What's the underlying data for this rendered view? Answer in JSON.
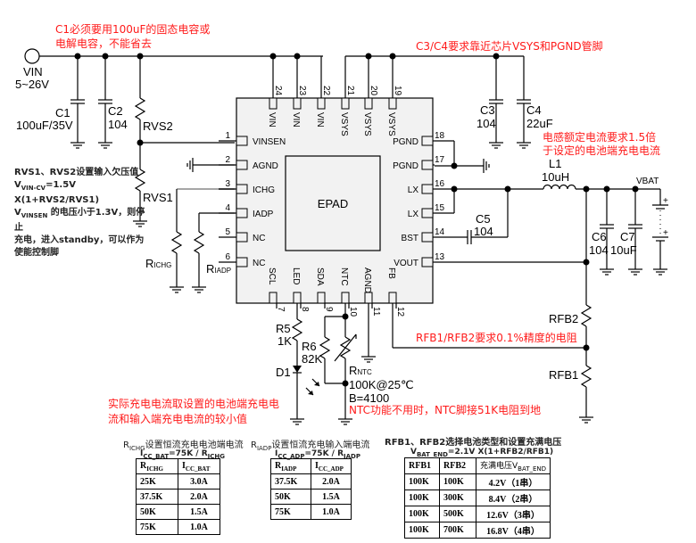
{
  "notes": {
    "c1_note_line1": "C1必须要用100uF的固态电容或",
    "c1_note_line2": "电解电容，不能省去",
    "c3c4_note": "C3/C4要求靠近芯片VSYS和PGND管脚",
    "inductor_note_line1": "电感额定电流要求1.5倍",
    "inductor_note_line2": "于设定的电池端充电电流",
    "rfb_note": "RFB1/RFB2要求0.1%精度的电阻",
    "ntc_note": "NTC功能不用时，NTC脚接51K电阻到地",
    "charge_current_note_line1": "实际充电电流取设置的电池端充电电",
    "charge_current_note_line2": "流和输入端充电电流的较小值",
    "rvs_note_line1": "RVS1、RVS2设置输入欠压值",
    "rvs_note_line2": "V",
    "rvs_note_line2_sub": "VIN-CV",
    "rvs_note_line2_rest": "=1.5V X(1+RVS2/RVS1)",
    "rvs_note_line3": "V",
    "rvs_note_line3_sub": "VINSEN",
    "rvs_note_line3_rest": " 的电压小于1.3V，则停止",
    "rvs_note_line4": "充电，进入standby，可以作为",
    "rvs_note_line5": "使能控制脚"
  },
  "input": {
    "name": "VIN",
    "range": "5~26V"
  },
  "components": {
    "c1_name": "C1",
    "c1_value": "100uF/35V",
    "c2_name": "C2",
    "c2_value": "104",
    "c3_name": "C3",
    "c3_value": "104",
    "c4_name": "C4",
    "c4_value": "22uF",
    "c5_name": "C5",
    "c5_value": "104",
    "c6_name": "C6",
    "c6_value": "104",
    "c7_name": "C7",
    "c7_value": "10uF",
    "l1_name": "L1",
    "l1_value": "10uH",
    "rvs2": "RVS2",
    "rvs1": "RVS1",
    "richg": "R",
    "richg_sub": "ICHG",
    "riadp": "R",
    "riadp_sub": "IADP",
    "r5_name": "R5",
    "r5_value": "1K",
    "r6_name": "R6",
    "r6_value": "82K",
    "d1_name": "D1",
    "rntc": "R",
    "rntc_sub": "NTC",
    "rntc_value": "100K@25℃",
    "rntc_b": "B=4100",
    "rfb2": "RFB2",
    "rfb1": "RFB1",
    "vbat": "VBAT"
  },
  "chip": {
    "center_label": "EPAD",
    "left_pins": [
      {
        "num": "1",
        "name": "VINSEN"
      },
      {
        "num": "2",
        "name": "AGND"
      },
      {
        "num": "3",
        "name": "ICHG"
      },
      {
        "num": "4",
        "name": "IADP"
      },
      {
        "num": "5",
        "name": "NC"
      },
      {
        "num": "6",
        "name": "NC"
      }
    ],
    "right_pins": [
      {
        "num": "18",
        "name": "PGND"
      },
      {
        "num": "17",
        "name": "PGND"
      },
      {
        "num": "16",
        "name": "LX"
      },
      {
        "num": "15",
        "name": "LX"
      },
      {
        "num": "14",
        "name": "BST"
      },
      {
        "num": "13",
        "name": "VOUT"
      }
    ],
    "top_pins": [
      {
        "num": "24",
        "name": "VIN"
      },
      {
        "num": "23",
        "name": "VIN"
      },
      {
        "num": "22",
        "name": "VIN"
      },
      {
        "num": "21",
        "name": "VSYS"
      },
      {
        "num": "20",
        "name": "VSYS"
      },
      {
        "num": "19",
        "name": "VSYS"
      }
    ],
    "bottom_pins": [
      {
        "num": "7",
        "name": "SCL"
      },
      {
        "num": "8",
        "name": "LED"
      },
      {
        "num": "9",
        "name": "SDA"
      },
      {
        "num": "10",
        "name": "NTC"
      },
      {
        "num": "11",
        "name": "AGND"
      },
      {
        "num": "12",
        "name": "FB"
      }
    ]
  },
  "tables": {
    "ichg": {
      "title_r": "R",
      "title_r_sub": "ICHG",
      "title_rest": "设置恒流充电电池端电流",
      "formula_i": "I",
      "formula_i_sub": "CC_BAT",
      "formula_rest": "=75K / R",
      "formula_r_sub": "ICHG",
      "headers": [
        "R",
        "I"
      ],
      "header_subs": [
        "ICHG",
        "CC_BAT"
      ],
      "rows": [
        [
          "25K",
          "3.0A"
        ],
        [
          "37.5K",
          "2.0A"
        ],
        [
          "50K",
          "1.5A"
        ],
        [
          "75K",
          "1.0A"
        ]
      ]
    },
    "iadp": {
      "title_r": "R",
      "title_r_sub": "IADP",
      "title_rest": "设置恒流充电输入端电流",
      "formula_i": "I",
      "formula_i_sub": "CC_ADP",
      "formula_rest": "=75K / R",
      "formula_r_sub": "IADP",
      "headers": [
        "R",
        "I"
      ],
      "header_subs": [
        "IADP",
        "CC_ADP"
      ],
      "rows": [
        [
          "37.5K",
          "2.0A"
        ],
        [
          "50K",
          "1.5A"
        ],
        [
          "75K",
          "1.0A"
        ]
      ]
    },
    "rfb": {
      "title": "RFB1、RFB2选择电池类型和设置充满电压",
      "formula_v": "V",
      "formula_v_sub": "BAT_END",
      "formula_rest": "=2.1V X(1+RFB2/RFB1)",
      "headers": [
        "RFB1",
        "RFB2",
        "充满电压V"
      ],
      "header_sub3": "BAT_END",
      "rows": [
        [
          "100K",
          "100K",
          "4.2V（1串）"
        ],
        [
          "100K",
          "300K",
          "8.4V（2串）"
        ],
        [
          "100K",
          "500K",
          "12.6V（3串）"
        ],
        [
          "100K",
          "700K",
          "16.8V（4串）"
        ]
      ]
    }
  }
}
